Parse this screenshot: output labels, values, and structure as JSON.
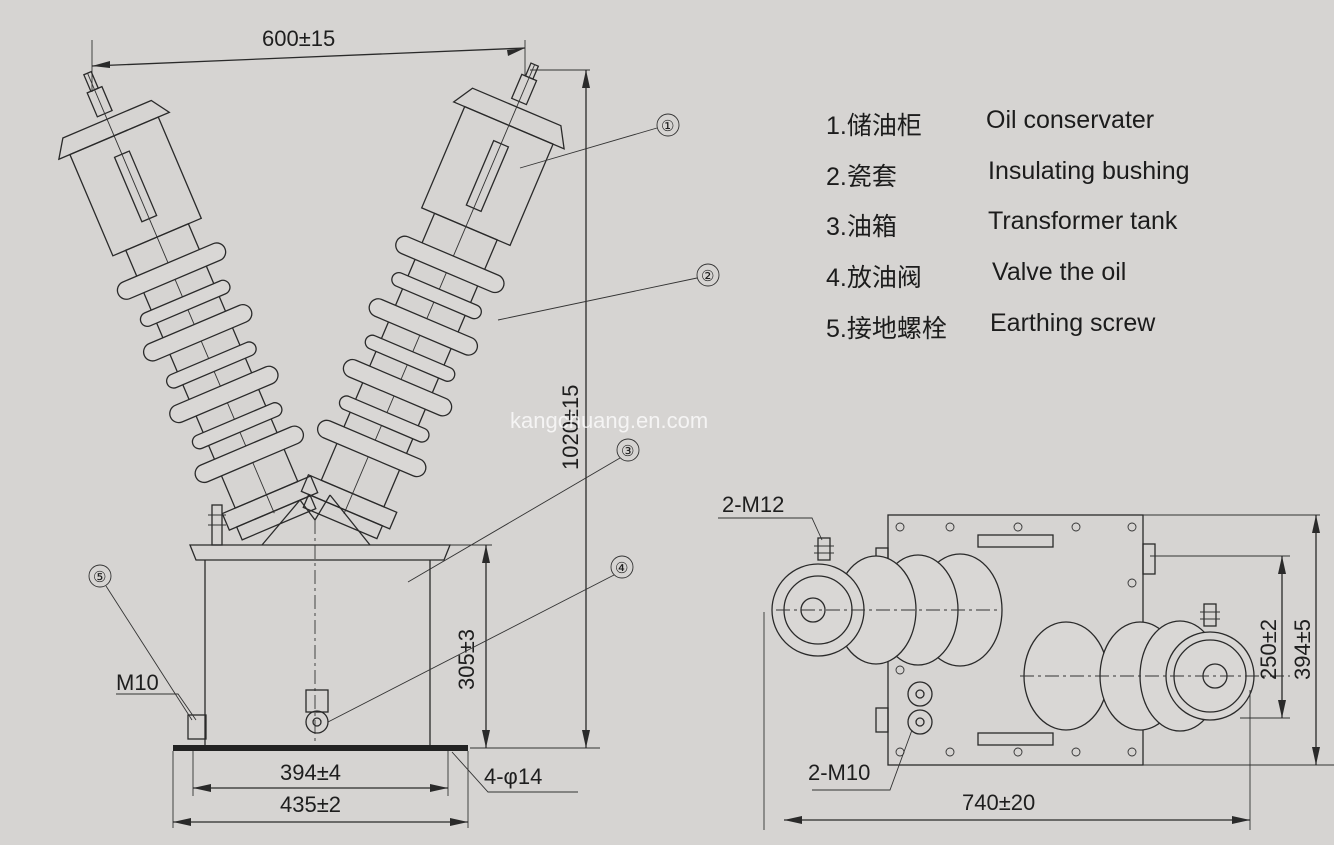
{
  "legend": [
    {
      "num": "1.",
      "cn": "储油柜",
      "en": "Oil conservater"
    },
    {
      "num": "2.",
      "cn": "瓷套",
      "en": "Insulating bushing"
    },
    {
      "num": "3.",
      "cn": "油箱",
      "en": "Transformer tank"
    },
    {
      "num": "4.",
      "cn": "放油阀",
      "en": "Valve the oil"
    },
    {
      "num": "5.",
      "cn": "接地螺栓",
      "en": "Earthing screw"
    }
  ],
  "callouts": [
    "①",
    "②",
    "③",
    "④",
    "⑤"
  ],
  "dimensions": {
    "top_width": "600±15",
    "height_total": "1020±15",
    "tank_height": "305±3",
    "base_inner": "394±4",
    "base_outer": "435±2",
    "holes": "4-φ14",
    "earth_bolt": "M10",
    "side_length": "740±20",
    "side_h1": "250±2",
    "side_h2": "394±5",
    "side_bolt_top": "2-M12",
    "side_bolt_bottom": "2-M10"
  },
  "watermark": "kangchuang.en.com"
}
